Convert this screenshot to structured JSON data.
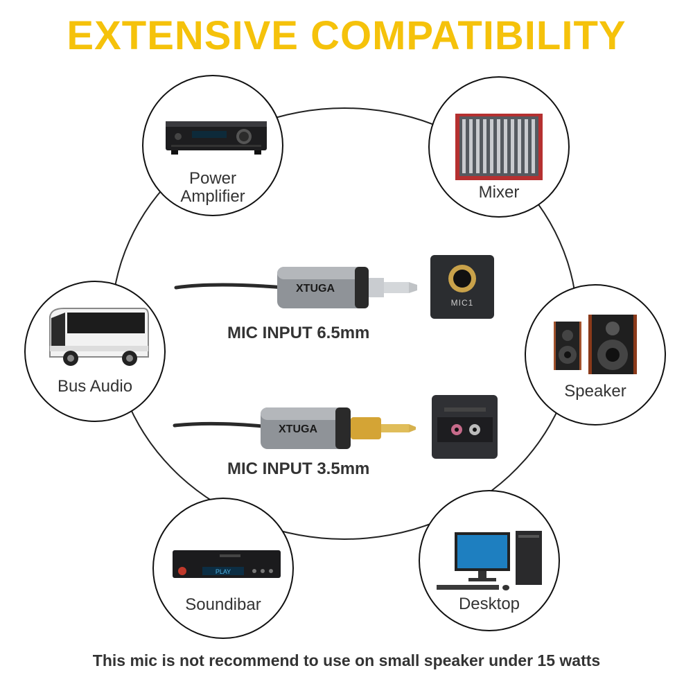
{
  "title": "EXTENSIVE COMPATIBILITY",
  "colors": {
    "title": "#F5C20B",
    "ring": "#222222"
  },
  "devices": [
    {
      "label_lines": [
        "Power",
        "Amplifier"
      ],
      "icon": "amplifier-icon"
    },
    {
      "label_lines": [
        "Mixer"
      ],
      "icon": "mixer-icon"
    },
    {
      "label_lines": [
        "Bus Audio"
      ],
      "icon": "bus-icon"
    },
    {
      "label_lines": [
        "Speaker"
      ],
      "icon": "speaker-icon"
    },
    {
      "label_lines": [
        "Soundibar"
      ],
      "icon": "soundbar-icon"
    },
    {
      "label_lines": [
        "Desktop"
      ],
      "icon": "desktop-icon"
    }
  ],
  "receivers": [
    {
      "label": "MIC INPUT 6.5mm",
      "brand": "XTUGA",
      "jack_label": "MIC1"
    },
    {
      "label": "MIC INPUT 3.5mm",
      "brand": "XTUGA"
    }
  ],
  "soundbar_display": "PLAY",
  "footer_note": "This mic is not recommend to use on small speaker under 15 watts"
}
